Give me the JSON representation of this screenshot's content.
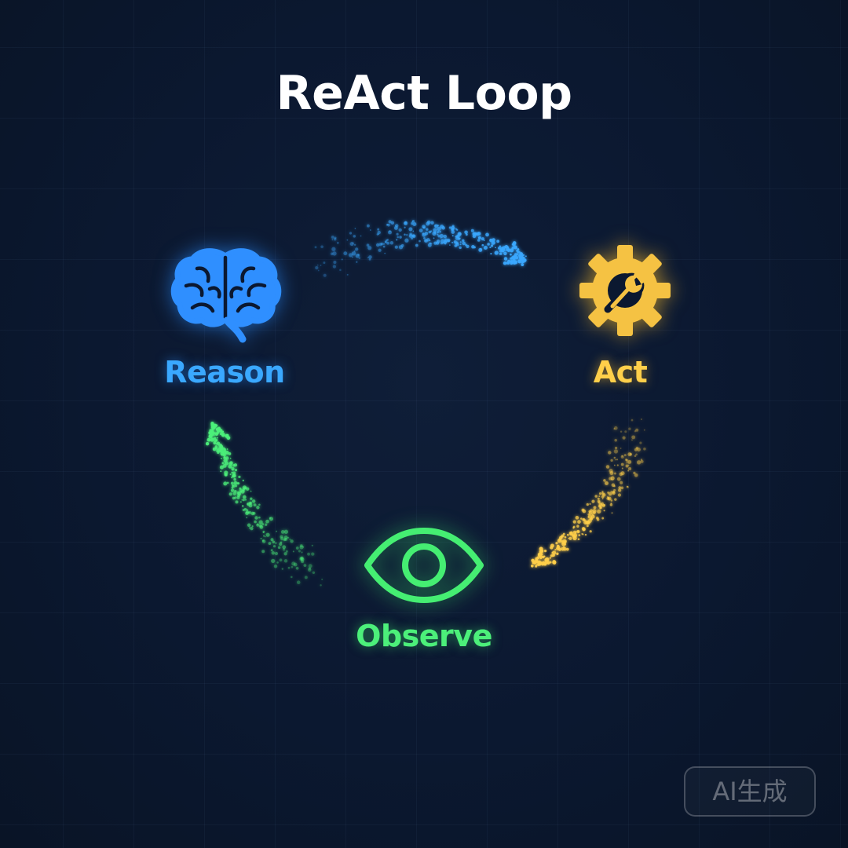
{
  "title": "ReAct Loop",
  "nodes": {
    "reason": {
      "label": "Reason",
      "icon": "brain-icon",
      "color": "#3aa8ff"
    },
    "act": {
      "label": "Act",
      "icon": "gear-wrench-icon",
      "color": "#ffcf4a"
    },
    "observe": {
      "label": "Observe",
      "icon": "eye-icon",
      "color": "#4cf07a"
    }
  },
  "edges": [
    {
      "from": "Reason",
      "to": "Act",
      "color": "#3aa8ff"
    },
    {
      "from": "Act",
      "to": "Observe",
      "color": "#ffcf4a"
    },
    {
      "from": "Observe",
      "to": "Reason",
      "color": "#4cf07a"
    }
  ],
  "badge": {
    "text": "AI生成"
  }
}
